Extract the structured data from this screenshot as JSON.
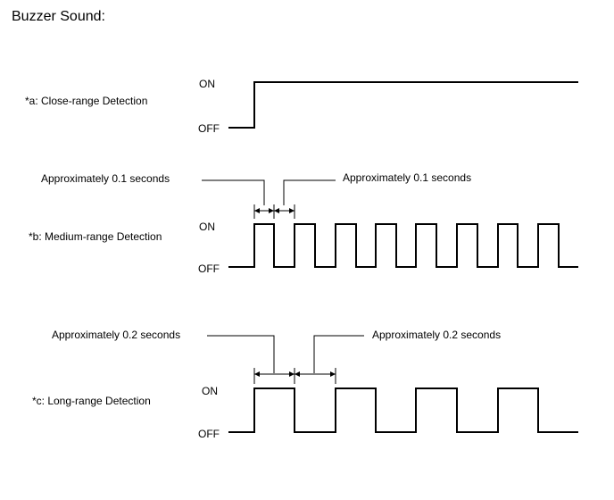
{
  "title": "Buzzer Sound:",
  "panels": [
    {
      "id": "a",
      "label": "*a: Close-range Detection",
      "on_label": "ON",
      "off_label": "OFF",
      "pattern": "continuous"
    },
    {
      "id": "b",
      "label": "*b: Medium-range Detection",
      "on_label": "ON",
      "off_label": "OFF",
      "pattern": "pulsed",
      "on_annotation": "Approximately 0.1 seconds",
      "off_annotation": "Approximately 0.1 seconds"
    },
    {
      "id": "c",
      "label": "*c: Long-range Detection",
      "on_label": "ON",
      "off_label": "OFF",
      "pattern": "pulsed",
      "on_annotation": "Approximately 0.2 seconds",
      "off_annotation": "Approximately 0.2 seconds"
    }
  ]
}
